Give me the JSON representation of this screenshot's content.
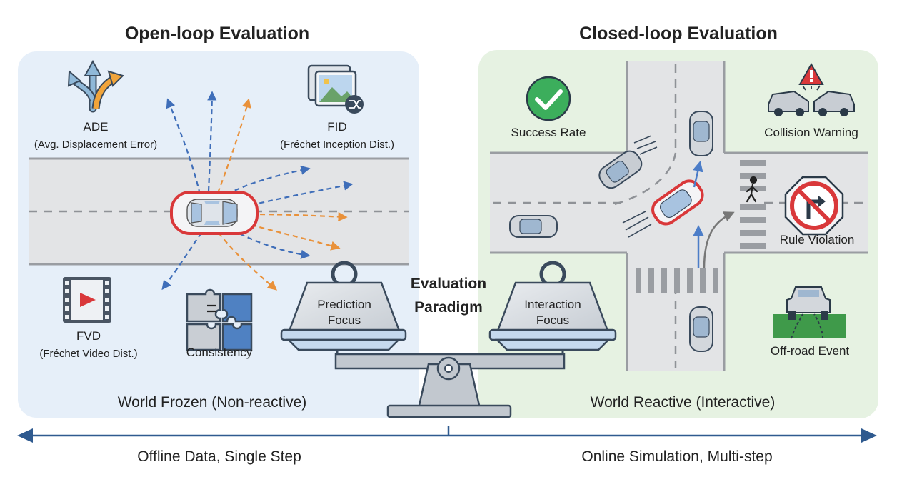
{
  "left_panel": {
    "title": "Open-loop Evaluation",
    "footer": "World Frozen (Non-reactive)",
    "metrics": {
      "ade": {
        "name": "ADE",
        "desc": "(Avg. Displacement Error)"
      },
      "fid": {
        "name": "FID",
        "desc": "(Fréchet Inception Dist.)"
      },
      "fvd": {
        "name": "FVD",
        "desc": "(Fréchet Video Dist.)"
      },
      "consistency": {
        "name": "Consistency"
      }
    }
  },
  "right_panel": {
    "title": "Closed-loop Evaluation",
    "footer": "World Reactive (Interactive)",
    "metrics": {
      "success": "Success Rate",
      "collision": "Collision Warning",
      "rule": "Rule Violation",
      "offroad": "Off-road Event"
    }
  },
  "balance": {
    "center_label_line1": "Evaluation",
    "center_label_line2": "Paradigm",
    "left_weight_line1": "Prediction",
    "left_weight_line2": "Focus",
    "right_weight_line1": "Interaction",
    "right_weight_line2": "Focus"
  },
  "axis": {
    "left_label": "Offline Data, Single Step",
    "right_label": "Online Simulation, Multi-step"
  },
  "colors": {
    "left_bg": "#e6eff9",
    "right_bg": "#e6f2e2",
    "ego_car": "#d9383a",
    "blue_path": "#3f6eb9",
    "orange_path": "#e9913a",
    "axis": "#2f5a8f"
  }
}
